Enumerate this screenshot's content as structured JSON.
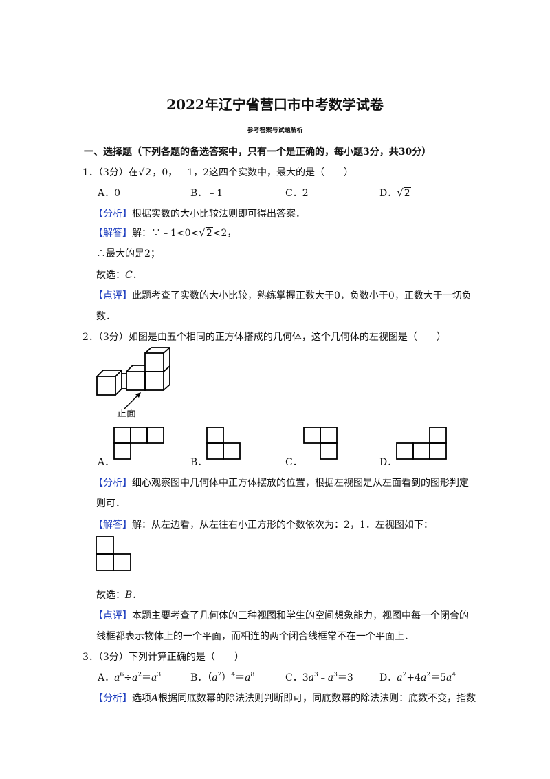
{
  "title": "2022年辽宁省营口市中考数学试卷",
  "subtitle": "参考答案与试题解析",
  "section": "一、选择题（下列各题的备选答案中，只有一个是正确的，每小题3分，共30分）",
  "tags": {
    "analysis": "【分析】",
    "answer": "【解答】",
    "comment": "【点评】"
  },
  "q1": {
    "num": "1．",
    "pts": "（3分）",
    "stem_a": "在",
    "sqrt_arg": "2",
    "stem_b": "，0，﹣1，2这四个实数中，最大的是（　　）",
    "options": {
      "A": "A．0",
      "B": "B．﹣1",
      "C": "C．2",
      "D_prefix": "D．"
    },
    "analysis": "根据实数的大小比较法则即可得出答案．",
    "answer_a": "解：∵﹣1<0<",
    "answer_b": "<2，",
    "line2": "∴最大的是2；",
    "choice_prefix": "故选：",
    "choice_val": "C",
    "choice_end": "．",
    "comment1": "此题考查了实数的大小比较，熟练掌握正数大于0，负数小于0，正数大于一切负",
    "comment2": "数．"
  },
  "q2": {
    "num": "2．",
    "pts": "（3分）",
    "stem": "如图是由五个相同的正方体搭成的几何体，这个几何体的左视图是（　　）",
    "front_label": "正面",
    "options": {
      "A": "A．",
      "B": "B．",
      "C": "C．",
      "D": "D．"
    },
    "analysis1": "细心观察图中几何体中正方体摆放的位置，根据左视图是从左面看到的图形判定",
    "analysis2": "则可．",
    "answer": "解：从左边看，从左往右小正方形的个数依次为：2，1．左视图如下：",
    "choice_prefix": "故选：",
    "choice_val": "B",
    "choice_end": "．",
    "comment1": "本题主要考查了几何体的三种视图和学生的空间想象能力，视图中每一个闭合的",
    "comment2": "线框都表示物体上的一个平面，而相连的两个闭合线框常不在一个平面上．"
  },
  "q3": {
    "num": "3．",
    "pts": "（3分）",
    "stem": "下列计算正确的是（　　）",
    "optA": {
      "p": "A．",
      "a": "a",
      "e1": "6",
      "op": "÷",
      "b": "a",
      "e2": "2",
      "eq": "＝",
      "c": "a",
      "e3": "3"
    },
    "optB": {
      "p": "B．",
      "lp": "（",
      "a": "a",
      "e1": "2",
      "rp": "）",
      "e2": "4",
      "eq": "＝",
      "c": "a",
      "e3": "8"
    },
    "optC": {
      "p": "C．",
      "t1": "3",
      "a": "a",
      "e1": "3",
      "op": "﹣",
      "b": "a",
      "e2": "3",
      "rest": "＝3"
    },
    "optD": {
      "p": "D．",
      "a": "a",
      "e1": "2",
      "t": "+4",
      "b": "a",
      "e2": "2",
      "eq": "＝5",
      "c": "a",
      "e3": "4"
    },
    "analysis_a": "选项",
    "analysis_var": "A",
    "analysis_b": "根据同底数幂的除法法则判断即可，同底数幂的除法法则：底数不变，指数"
  }
}
